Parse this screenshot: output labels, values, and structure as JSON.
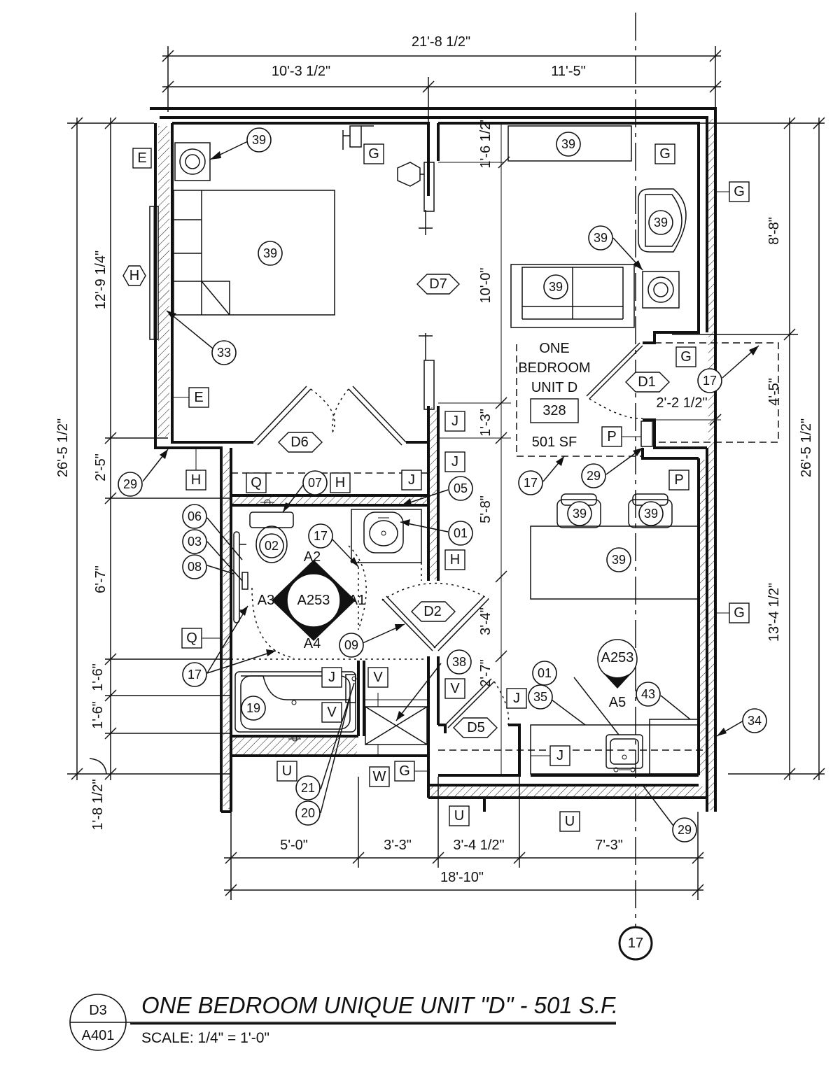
{
  "overall_dims": {
    "top_total": "21'-8 1/2\"",
    "top_left": "10'-3 1/2\"",
    "top_right": "11'-5\"",
    "left_total": "26'-5 1/2\"",
    "left_upper": "12'-9 1/4\"",
    "left_mid": "2'-5\"",
    "left_bath": "6'-7\"",
    "left_a": "1'-6\"",
    "left_b": "1'-6\"",
    "left_bottom": "1'-8 1/2\"",
    "right_total": "26'-5 1/2\"",
    "right_upper": "8'-8\"",
    "right_lower": "13'-4 1/2\"",
    "bottom_total": "18'-10\"",
    "bottom_1": "5'-0\"",
    "bottom_2": "3'-3\"",
    "bottom_3": "3'-4 1/2\"",
    "bottom_4": "7'-3\""
  },
  "interior_dims": {
    "d_1_6_half": "1'-6 1/2\"",
    "d_10_0": "10'-0\"",
    "d_1_3": "1'-3\"",
    "d_5_8": "5'-8\"",
    "d_3_4": "3'-4\"",
    "d_2_7": "2'-7\"",
    "d_4_5": "4'-5\"",
    "d_2_2_half": "2'-2 1/2\""
  },
  "room": {
    "line1": "ONE",
    "line2": "BEDROOM",
    "line3": "UNIT D",
    "number": "328",
    "area": "501 SF"
  },
  "doors": {
    "d1": "D1",
    "d2": "D2",
    "d5": "D5",
    "d6": "D6",
    "d7": "D7"
  },
  "keynotes": {
    "k39": "39",
    "k33": "33",
    "k29": "29",
    "k17": "17",
    "k07": "07",
    "k05": "05",
    "k01": "01",
    "k06": "06",
    "k03": "03",
    "k08": "08",
    "k02": "02",
    "k09": "09",
    "k19": "19",
    "k21": "21",
    "k20": "20",
    "k38": "38",
    "k35": "35",
    "k43": "43",
    "k34": "34"
  },
  "tags": {
    "E": "E",
    "G": "G",
    "H": "H",
    "J": "J",
    "P": "P",
    "Q": "Q",
    "U": "U",
    "V": "V",
    "W": "W"
  },
  "elevation": {
    "ref": "A253",
    "a1": "A1",
    "a2": "A2",
    "a3": "A3",
    "a4": "A4",
    "a5": "A5"
  },
  "grid_bubble": "17",
  "title_block": {
    "drawing_no": "D3",
    "sheet": "A401",
    "title": "ONE BEDROOM UNIQUE UNIT \"D\" - 501 S.F.",
    "scale": "SCALE: 1/4\" = 1'-0\""
  }
}
